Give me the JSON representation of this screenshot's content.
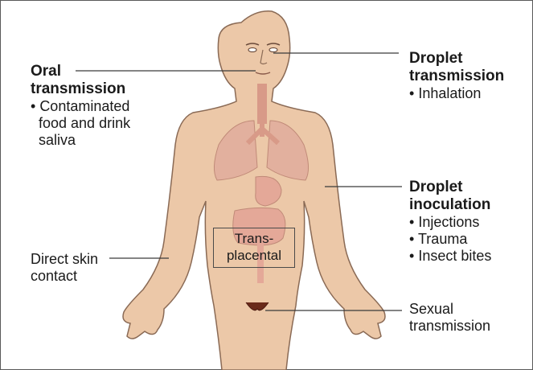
{
  "labels": {
    "oral": {
      "title_line1": "Oral",
      "title_line2": "transmission",
      "items": [
        "Contaminated",
        "food and drink",
        "saliva"
      ]
    },
    "droplet_transmission": {
      "title_line1": "Droplet",
      "title_line2": "transmission",
      "items": [
        "Inhalation"
      ]
    },
    "droplet_inoculation": {
      "title_line1": "Droplet",
      "title_line2": "inoculation",
      "items": [
        "Injections",
        "Trauma",
        "Insect bites"
      ]
    },
    "direct_skin": {
      "line1": "Direct skin",
      "line2": "contact"
    },
    "sexual": {
      "line1": "Sexual",
      "line2": "transmission"
    },
    "transplacental": {
      "line1": "Trans-",
      "line2": "placental"
    }
  },
  "colors": {
    "skin": "#ecc8a8",
    "skin_outline": "#8a6a55",
    "organs": "#d89a88",
    "lungs": "#e2b09e",
    "leader_line": "#3a3a3a"
  }
}
